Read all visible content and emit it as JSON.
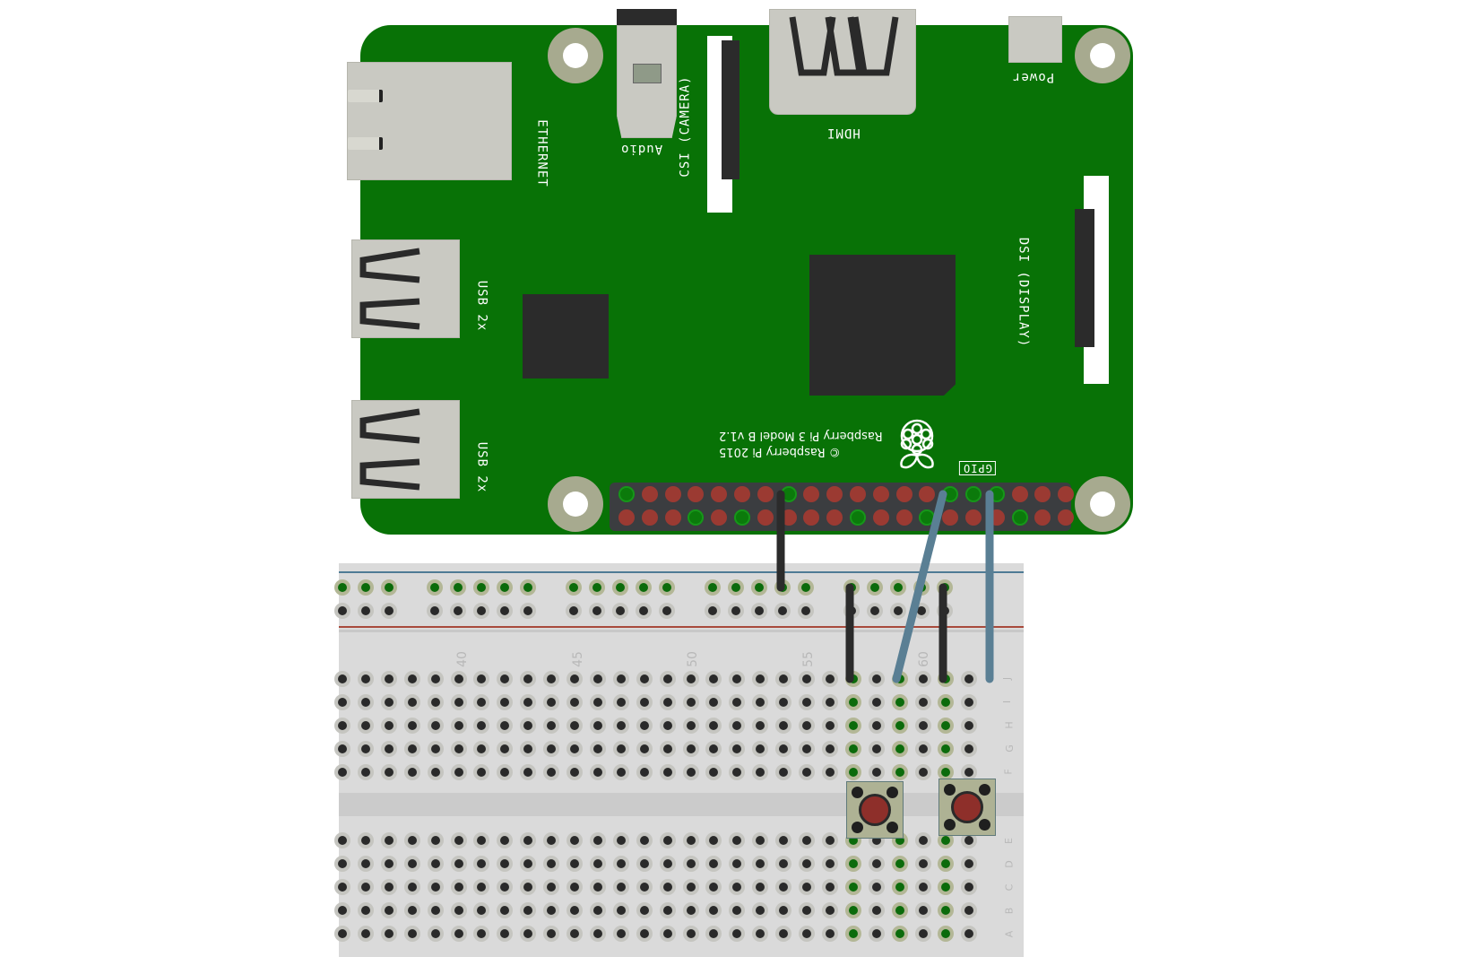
{
  "board": {
    "name": "Raspberry Pi 3 Model B v1.2",
    "copyright": "© Raspberry Pi 2015",
    "model_label": "Raspberry Pi 3 Model B v1.2",
    "color": "#087206",
    "labels": {
      "ethernet": "ETHERNET",
      "usb_top": "USB 2x",
      "usb_bottom": "USB 2x",
      "audio": "Audio",
      "csi": "CSI (CAMERA)",
      "hdmi": "HDMI",
      "power": "Power",
      "dsi": "DSI (DISPLAY)",
      "gpio": "GPIO"
    }
  },
  "gpio_header": {
    "columns": 20,
    "top_row": [
      "green",
      "red",
      "red",
      "red",
      "red",
      "red",
      "red",
      "green",
      "red",
      "red",
      "red",
      "red",
      "red",
      "red",
      "wire",
      "green",
      "wire",
      "red",
      "red",
      "red"
    ],
    "bottom_row": [
      "red",
      "red",
      "red",
      "green",
      "red",
      "green",
      "red",
      "red",
      "red",
      "red",
      "green",
      "red",
      "red",
      "green",
      "red",
      "red",
      "red",
      "green",
      "red",
      "red"
    ]
  },
  "breadboard": {
    "column_numbers": [
      "40",
      "45",
      "50",
      "55",
      "60"
    ],
    "row_letters_top": [
      "J",
      "I",
      "H",
      "G",
      "F"
    ],
    "row_letters_bottom": [
      "E",
      "D",
      "C",
      "B",
      "A"
    ],
    "rail_colors": {
      "negative": "#4f7b95",
      "positive": "#a84a3c"
    }
  },
  "wires": [
    {
      "name": "ground-wire",
      "color": "#2b2b2b",
      "from": "GPIO top pin 8",
      "to": "rail"
    },
    {
      "name": "gpio-wire-1",
      "color": "#5a7f94",
      "from": "GPIO top pin 15",
      "to": "row J col 59"
    },
    {
      "name": "gpio-wire-2",
      "color": "#5a7f94",
      "from": "GPIO top pin 17",
      "to": "row J col 63"
    },
    {
      "name": "rail-jumper-1",
      "color": "#2b2b2b",
      "from": "rail",
      "to": "row J col 57"
    },
    {
      "name": "rail-jumper-2",
      "color": "#2b2b2b",
      "from": "rail",
      "to": "row J col 61"
    }
  ],
  "components": [
    {
      "name": "pushbutton-1",
      "cap_color": "#8e2f2a"
    },
    {
      "name": "pushbutton-2",
      "cap_color": "#8e2f2a"
    }
  ]
}
